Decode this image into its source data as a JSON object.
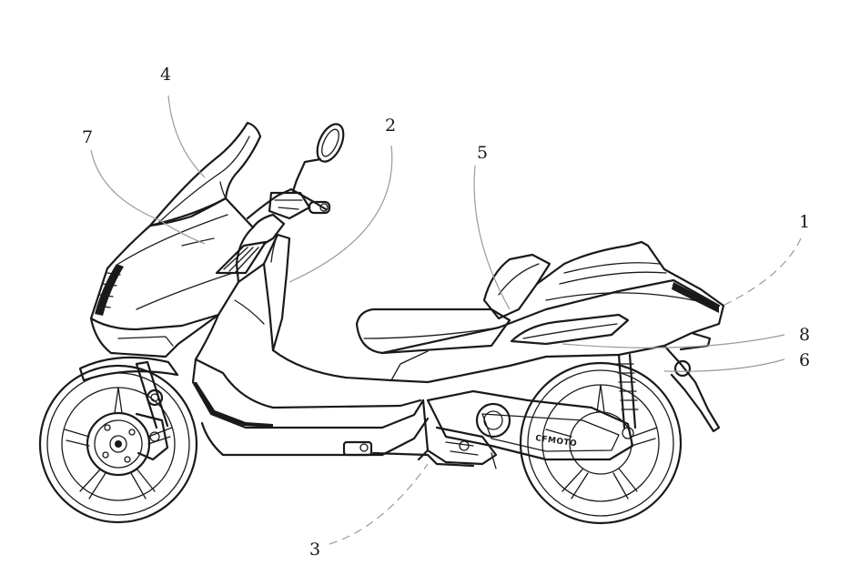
{
  "callouts": [
    {
      "id": "1",
      "label": "1"
    },
    {
      "id": "2",
      "label": "2"
    },
    {
      "id": "3",
      "label": "3"
    },
    {
      "id": "4",
      "label": "4"
    },
    {
      "id": "5",
      "label": "5"
    },
    {
      "id": "6",
      "label": "6"
    },
    {
      "id": "7",
      "label": "7"
    },
    {
      "id": "8",
      "label": "8"
    }
  ],
  "scooter": {
    "brand_text": "CFMOTO"
  }
}
